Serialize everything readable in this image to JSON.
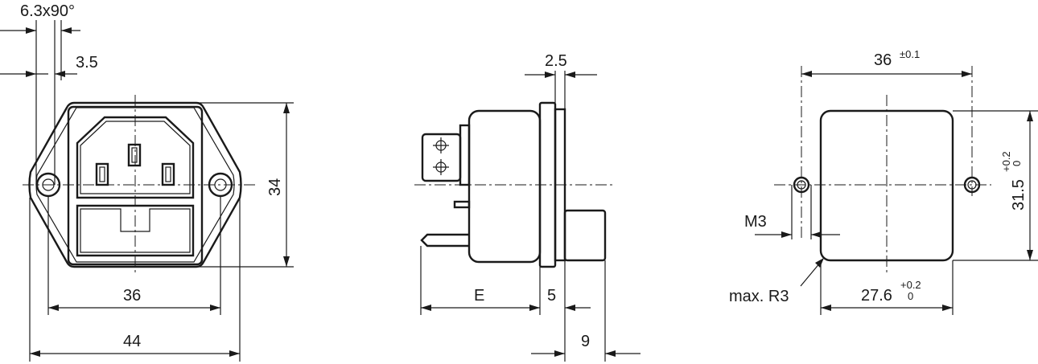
{
  "front_view": {
    "dims": {
      "tab": "6.3x90°",
      "pin_offset": "3.5",
      "height": "34",
      "hole_spacing": "36",
      "overall_width": "44"
    }
  },
  "side_view": {
    "dims": {
      "flange": "2.5",
      "body_depth": "E",
      "front_depth": "5",
      "bezel": "9"
    }
  },
  "cutout_view": {
    "dims": {
      "hole_spacing": "36",
      "hole_spacing_tol": "±0.1",
      "height": "31.5",
      "height_tol_upper": "+0.2",
      "height_tol_lower": "0",
      "thread": "M3",
      "corner_radius": "max. R3",
      "width": "27.6",
      "width_tol_upper": "+0.2",
      "width_tol_lower": "0"
    }
  }
}
